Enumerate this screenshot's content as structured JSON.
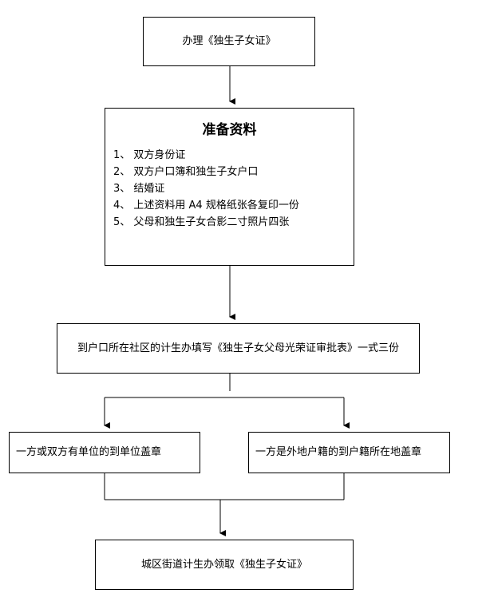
{
  "flowchart": {
    "step1": "办理《独生子女证》",
    "prepare": {
      "title": "准备资料",
      "items": [
        "1、 双方身份证",
        "2、 双方户口簿和独生子女户口",
        "3、 结婚证",
        "4、 上述资料用 A4 规格纸张各复印一份",
        "5、 父母和独生子女合影二寸照片四张"
      ]
    },
    "step3": "到户口所在社区的计生办填写《独生子女父母光荣证审批表》一式三份",
    "branch_left": "一方或双方有单位的到单位盖章",
    "branch_right": "一方是外地户籍的到户籍所在地盖章",
    "final": "城区街道计生办领取《独生子女证》"
  }
}
